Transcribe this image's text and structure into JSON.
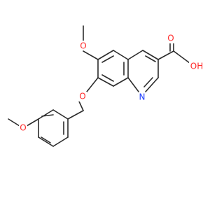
{
  "structure": {
    "atoms": [
      {
        "id": "o_methoxy_top",
        "symbol": "O",
        "color": "#ff2a2a"
      },
      {
        "id": "o_ether",
        "symbol": "O",
        "color": "#ff2a2a"
      },
      {
        "id": "o_methoxy_bottom",
        "symbol": "O",
        "color": "#ff2a2a"
      },
      {
        "id": "n_ring",
        "symbol": "N",
        "color": "#1f3fff"
      },
      {
        "id": "o_carbonyl",
        "symbol": "O",
        "color": "#ff2a2a"
      },
      {
        "id": "oh_acid",
        "symbol": "OH",
        "color": "#ff2a2a"
      }
    ],
    "bond_color": "#2b2b2b"
  }
}
